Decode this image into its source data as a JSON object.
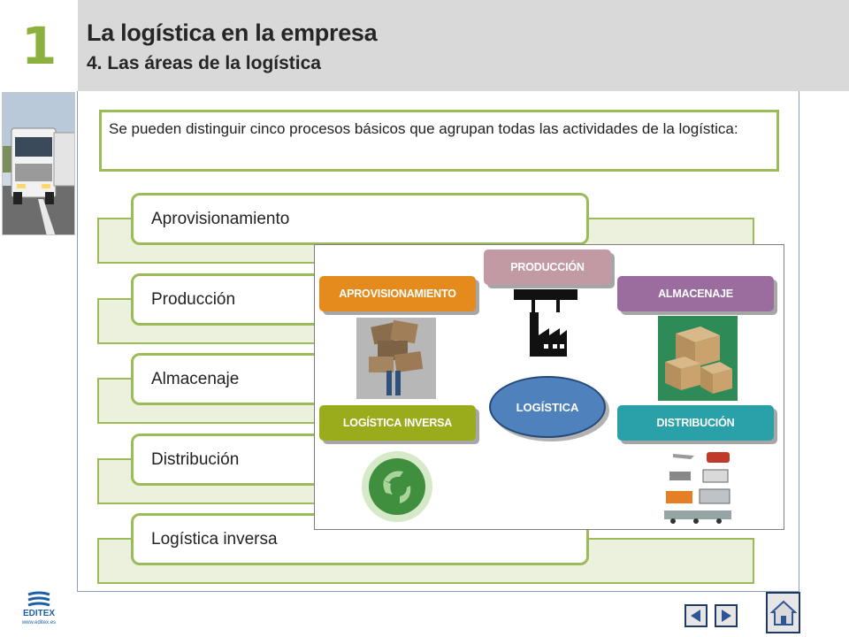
{
  "header": {
    "chapter_number": "1",
    "title": "La logística en la empresa",
    "subtitle": "4. Las áreas de la logística"
  },
  "intro_text": "Se pueden distinguir  cinco procesos básicos que agrupan todas las actividades de la logística:",
  "processes": [
    {
      "label": "Aprovisionamiento"
    },
    {
      "label": "Producción"
    },
    {
      "label": "Almacenaje"
    },
    {
      "label": "Distribución"
    },
    {
      "label": "Logística inversa"
    }
  ],
  "diagram": {
    "center": "LOGÍSTICA",
    "produccion": "PRODUCCIÓN",
    "aprovisionamiento": "APROVISIONAMIENTO",
    "almacenaje": "ALMACENAJE",
    "logistica_inversa": "LOGÍSTICA INVERSA",
    "distribucion": "DISTRIBUCIÓN"
  },
  "logo": {
    "brand": "EDITEX",
    "url": "www.editex.es"
  },
  "colors": {
    "accent_green": "#8cb13e",
    "border_green": "#9bbb59",
    "nav_blue": "#1f3864"
  },
  "icons": [
    "truck-photo",
    "factory-icon",
    "boxes-icon",
    "recycle-globe-icon",
    "transport-icon",
    "arrow-left-icon",
    "arrow-right-icon",
    "home-icon"
  ]
}
